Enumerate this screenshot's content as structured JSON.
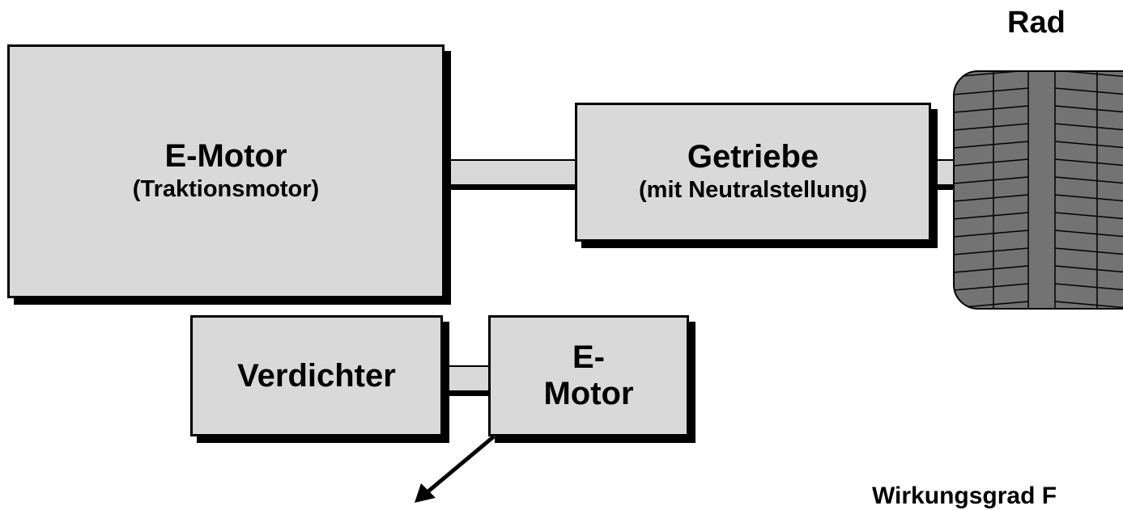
{
  "traction_motor": {
    "title": "E-Motor",
    "subtitle": "(Traktionsmotor)"
  },
  "gearbox": {
    "title": "Getriebe",
    "subtitle": "(mit Neutralstellung)"
  },
  "wheel": {
    "label": "Rad"
  },
  "compressor": {
    "label": "Verdichter"
  },
  "compressor_motor": {
    "line1": "E-",
    "line2": "Motor"
  },
  "footer": {
    "efficiency_label": "Wirkungsgrad F"
  },
  "colors": {
    "box_fill": "#d9d9d9",
    "tire_fill": "#737373",
    "outline": "#000000"
  }
}
